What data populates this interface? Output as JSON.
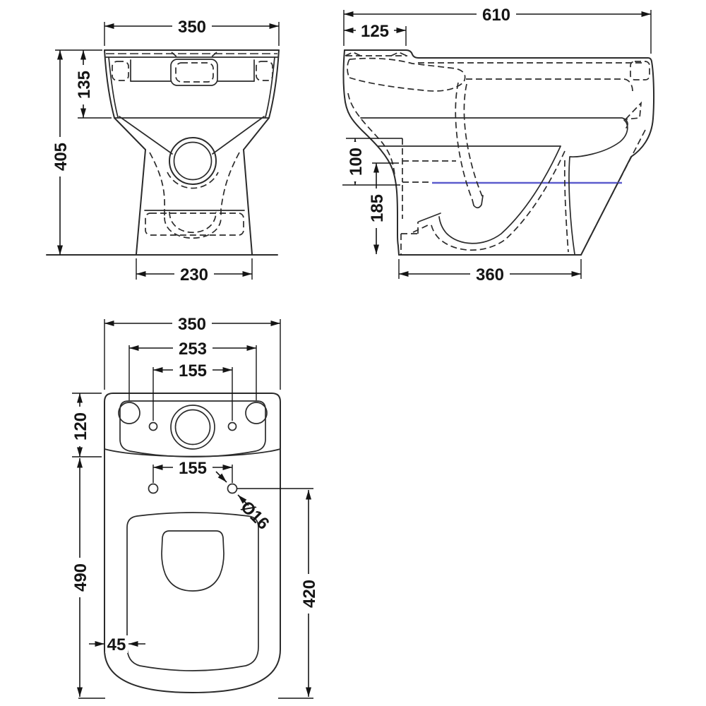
{
  "front_view": {
    "overall_width": "350",
    "shelf_height": "135",
    "overall_height": "405",
    "base_width": "230"
  },
  "side_view": {
    "overall_depth": "610",
    "shelf_depth": "125",
    "rim_to_water": "100",
    "outlet_height": "185",
    "base_depth": "360"
  },
  "plan_view": {
    "overall_width": "350",
    "outer_hole_spacing": "253",
    "inner_hole_spacing": "155",
    "shelf_depth": "120",
    "seat_hole_spacing": "155",
    "seat_hole_diameter": "Ø16",
    "overall_length": "490",
    "rim_offset": "45",
    "seat_hole_to_front": "420"
  },
  "colors": {
    "line": "#2b2b2b",
    "dimension": "#151515",
    "water_line": "#5c5ccd",
    "background": "#ffffff"
  }
}
